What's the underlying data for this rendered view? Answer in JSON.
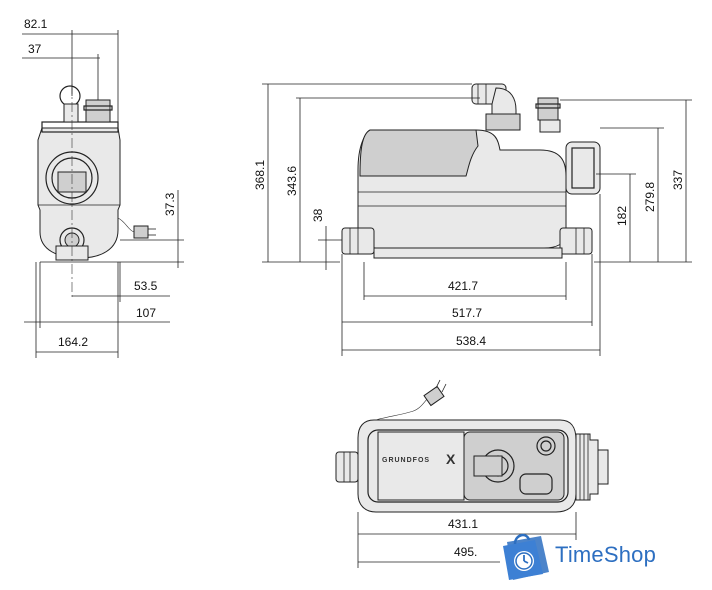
{
  "dimensions": {
    "side": {
      "d82_1": "82.1",
      "d37": "37",
      "d37_3": "37.3",
      "d53_5": "53.5",
      "d107": "107",
      "d164_2": "164.2"
    },
    "front": {
      "d368_1": "368.1",
      "d343_6": "343.6",
      "d38": "38",
      "d182": "182",
      "d279_8": "279.8",
      "d337": "337",
      "d421_7": "421.7",
      "d517_7": "517.7",
      "d538_4": "538.4"
    },
    "top": {
      "d431_1": "431.1",
      "d495": "495."
    }
  },
  "brand": {
    "body_text": "GRUNDFOS",
    "watermark": "TimeShop"
  },
  "colors": {
    "line": "#222222",
    "watermark": "#2d6fc1"
  }
}
